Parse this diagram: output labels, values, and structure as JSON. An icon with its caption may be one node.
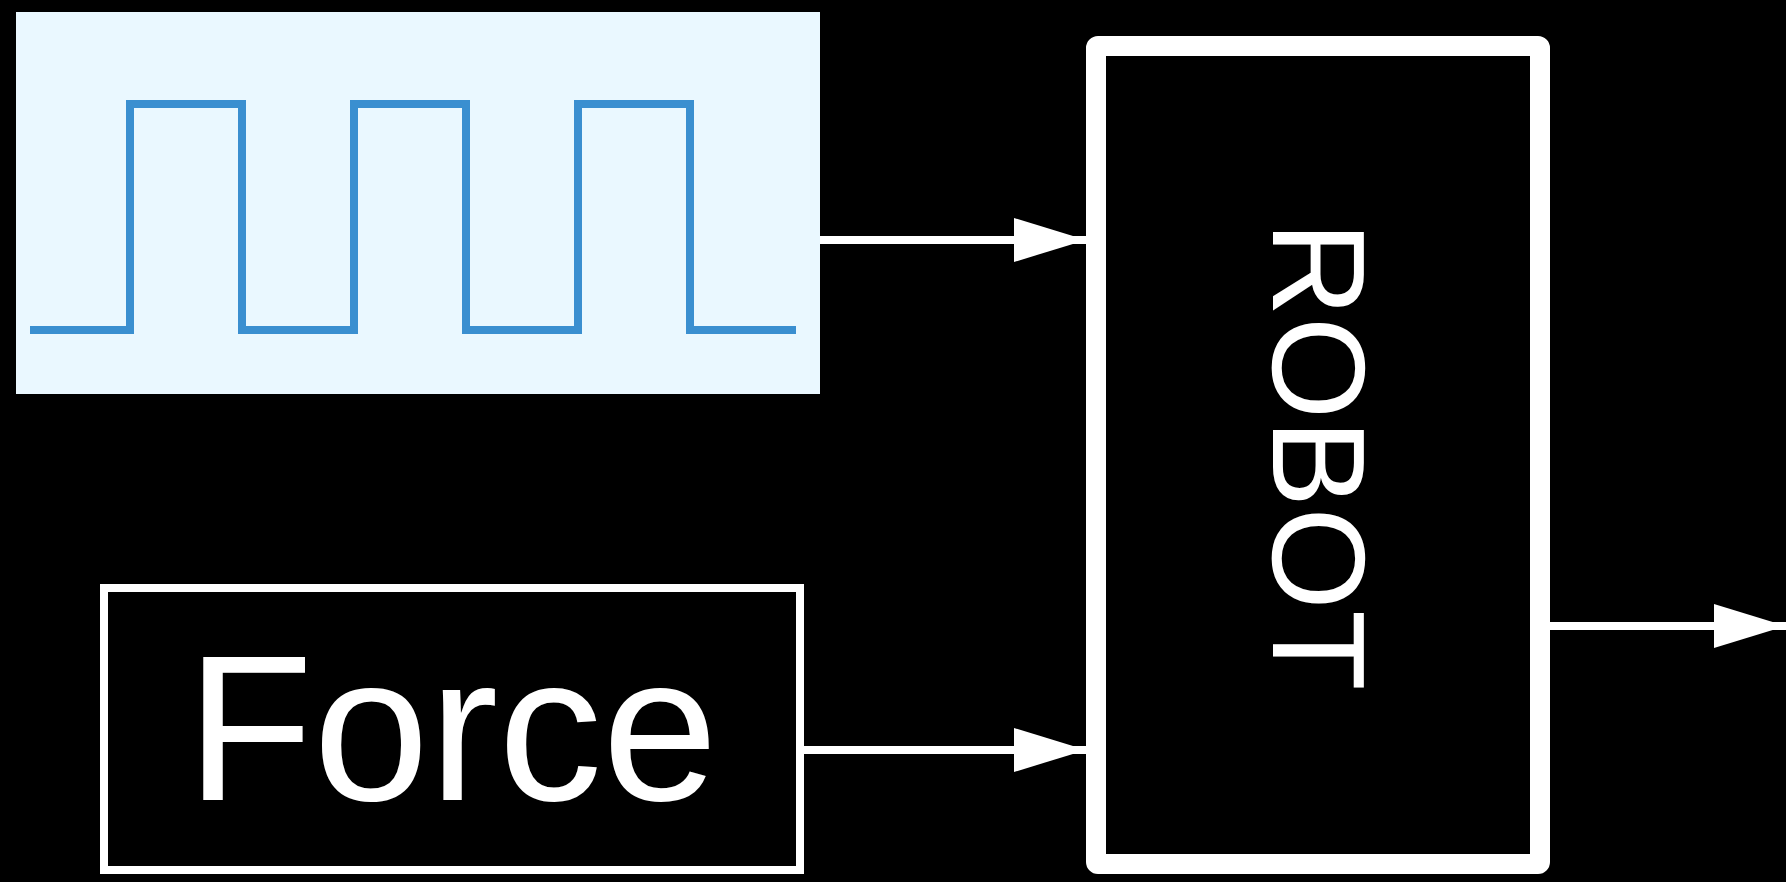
{
  "diagram": {
    "nodes": [
      {
        "text": [],
        "shape": "picture"
      },
      {
        "text": [
          "Force"
        ]
      },
      {
        "text": [
          "ROBOT"
        ]
      }
    ],
    "edges": [
      {
        "from": 0,
        "to": 2,
        "arrow": "to"
      },
      {
        "from": 1,
        "to": 2,
        "arrow": "to"
      },
      {
        "from": 2,
        "to": null,
        "arrow": "to"
      }
    ]
  }
}
